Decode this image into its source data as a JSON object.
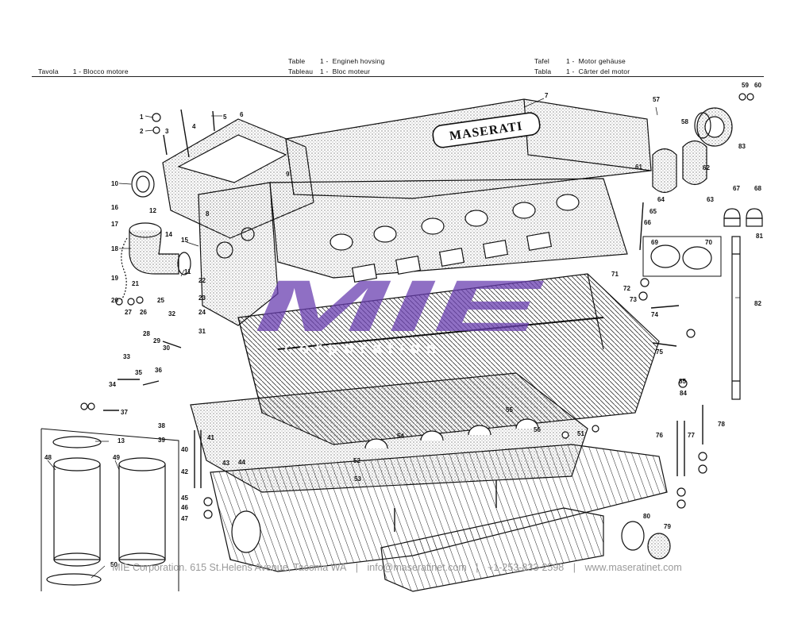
{
  "header": {
    "it": {
      "word": "Tavola",
      "num": "1 -",
      "text": "Blocco motore"
    },
    "en": {
      "word": "Table",
      "num": "1 -",
      "text": "Engineh hovsing"
    },
    "fr": {
      "word": "Tableau",
      "num": "1 -",
      "text": "Bloc moteur"
    },
    "de": {
      "word": "Tafel",
      "num": "1 -",
      "text": "Motor gehäuse"
    },
    "es": {
      "word": "Tabla",
      "num": "1 -",
      "text": "Cârter del motor"
    }
  },
  "brand_plate": "MASERATI",
  "watermark": {
    "logo": "MIE",
    "text": "corporation"
  },
  "footer": {
    "company": "MIE Corporation. 615 St.Helens Avenue, Tacoma WA",
    "email": "info@maseratinet.com",
    "phone": "+1-253-833-2598",
    "site": "www.maseratinet.com",
    "sep": "|"
  },
  "callouts": [
    "1",
    "2",
    "3",
    "4",
    "5",
    "6",
    "7",
    "8",
    "9",
    "10",
    "11",
    "12",
    "13",
    "14",
    "15",
    "16",
    "17",
    "18",
    "19",
    "20",
    "21",
    "22",
    "23",
    "24",
    "25",
    "26",
    "27",
    "28",
    "29",
    "30",
    "31",
    "32",
    "33",
    "34",
    "35",
    "36",
    "37",
    "38",
    "39",
    "40",
    "41",
    "42",
    "43",
    "44",
    "45",
    "46",
    "47",
    "48",
    "49",
    "50",
    "51",
    "52",
    "53",
    "54",
    "55",
    "56",
    "57",
    "58",
    "59",
    "60",
    "61",
    "62",
    "63",
    "64",
    "65",
    "66",
    "67",
    "68",
    "69",
    "70",
    "71",
    "72",
    "73",
    "74",
    "75",
    "76",
    "77",
    "78",
    "79",
    "80",
    "81",
    "82",
    "83",
    "84",
    "85"
  ],
  "style": {
    "ink": "#111111",
    "watermark": "#6a3fb0",
    "footer": "#9a9a9a"
  }
}
